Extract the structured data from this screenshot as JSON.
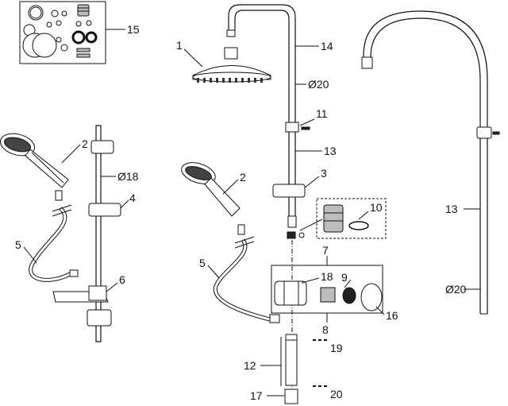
{
  "labels": {
    "l1": "1",
    "l2a": "2",
    "l2b": "2",
    "l3": "3",
    "l4": "4",
    "l5a": "5",
    "l5b": "5",
    "l6": "6",
    "l7": "7",
    "l8": "8",
    "l9": "9",
    "l10": "10",
    "l11": "11",
    "l12": "12",
    "l13a": "13",
    "l13b": "13",
    "l14": "14",
    "l15": "15",
    "l16": "16",
    "l17": "17",
    "l18": "18",
    "l19": "19",
    "l20": "20",
    "d18": "Ø18",
    "d20a": "Ø20",
    "d20b": "Ø20"
  }
}
